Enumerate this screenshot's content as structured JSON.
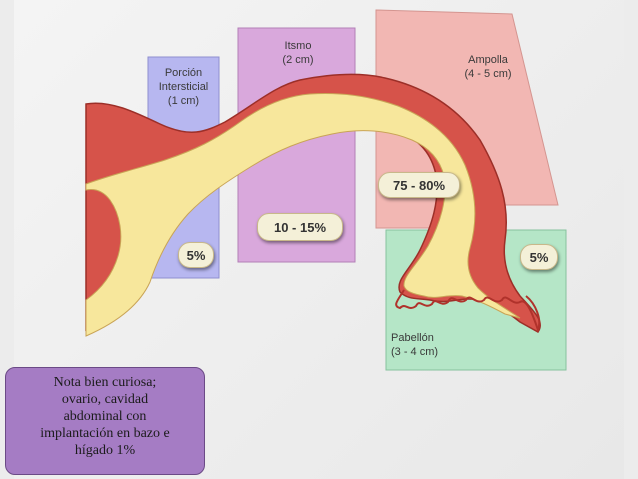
{
  "regions": {
    "intersticial": {
      "name_line1": "Porción",
      "name_line2": "Intersticial",
      "size": "(1 cm)",
      "pct": "5%"
    },
    "itsmo": {
      "name": "Itsmo",
      "size": "(2 cm)",
      "pct": "10 - 15%"
    },
    "ampolla": {
      "name": "Ampolla",
      "size": "(4 - 5 cm)",
      "pct": "75 - 80%"
    },
    "pabellon": {
      "name": "Pabellón",
      "size": "(3 - 4 cm)",
      "pct": "5%"
    }
  },
  "note": {
    "line1": "Nota bien curiosa;",
    "line2": "ovario, cavidad",
    "line3": "abdominal con",
    "line4": "implantación en bazo  e",
    "line5": "hígado 1%"
  },
  "colors": {
    "intersticial": "#b7b7f0",
    "itsmo": "#d9a8dc",
    "ampolla": "#f2b7b3",
    "pabellon": "#b5e6c7",
    "tube_outer": "#d6534a",
    "tube_inner": "#f7e79c",
    "note_bg": "#a57cc4"
  }
}
